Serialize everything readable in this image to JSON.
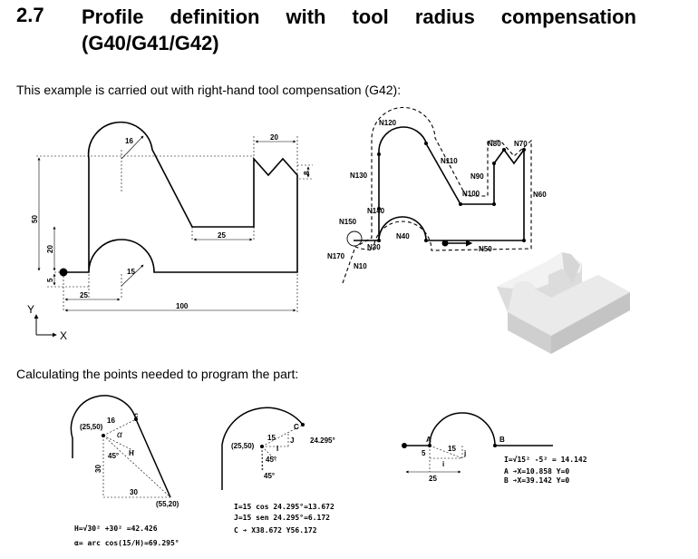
{
  "section": {
    "number": "2.7",
    "title": "Profile definition with tool radius compensation (G40/G41/G42)"
  },
  "intro_text": "This example is carried out with right-hand tool compensation (G42):",
  "calc_text": "Calculating the points needed to program the part:",
  "part_drawing": {
    "dims": {
      "d16": "16",
      "d20": "20",
      "d8": "8",
      "d50": "50",
      "d20v": "20",
      "d5": "5",
      "d25a": "25",
      "d15": "15",
      "d25b": "25",
      "d100": "100"
    },
    "axes": {
      "y": "Y",
      "x": "X"
    }
  },
  "toolpath": {
    "blocks": {
      "n120": "N120",
      "n130": "N130",
      "n110": "N110",
      "n80": "N80",
      "n70": "N70",
      "n90": "N90",
      "n100": "N100",
      "n60": "N60",
      "n140": "N140",
      "n150": "N150",
      "n40": "N40",
      "n30": "N30",
      "n50": "N50",
      "n170": "N170",
      "n10": "N10"
    }
  },
  "calc1": {
    "pt": "(25,50)",
    "r": "16",
    "c": "c",
    "alpha": "α",
    "ang": "45°",
    "h": "H",
    "d30v": "30",
    "d30h": "30",
    "end": "(55,20)",
    "f1": "H=√30² +30² =42.426",
    "f2": "α= arc cos(15/H)=69.295°"
  },
  "calc2": {
    "pt": "(25,50)",
    "r": "15",
    "i": "I",
    "j": "J",
    "c": "C",
    "ang": "24.295°",
    "a1": "45°",
    "a2": "45°",
    "f1": "I=15 cos 24.295°=13.672",
    "f2": "J=15 sen 24.295°=6.172",
    "f3": "C ➔ X38.672 Y56.172"
  },
  "calc3": {
    "a": "A",
    "b": "B",
    "d5": "5",
    "r": "15",
    "j": "j",
    "i": "i",
    "d25": "25",
    "f1": "I=√15² -5² = 14.142",
    "f2": "A ➔X=10.858 Y=0",
    "f3": "B ➔X=39.142 Y=0"
  }
}
